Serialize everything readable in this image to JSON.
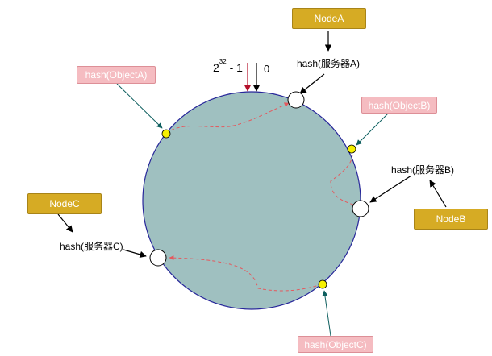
{
  "nodes": {
    "a": {
      "label": "NodeA",
      "hash": "hash(服务器A)"
    },
    "b": {
      "label": "NodeB",
      "hash": "hash(服务器B)"
    },
    "c": {
      "label": "NodeC",
      "hash": "hash(服务器C)"
    }
  },
  "objects": {
    "a": {
      "label": "hash(ObjectA)"
    },
    "b": {
      "label": "hash(ObjectB)"
    },
    "c": {
      "label": "hash(ObjectC)"
    }
  },
  "ring": {
    "max_base": "2",
    "max_exp": "32",
    "max_suffix": "- 1",
    "zero": "0"
  },
  "colors": {
    "ring_fill": "#9fc0c0",
    "ring_stroke": "#27269a",
    "node_box": "#d6ab24",
    "object_box": "#f5bcc1",
    "object_point": "#f6f000",
    "dashed_path": "#e4595e",
    "object_arrow": "#0e5f5f",
    "max_arrow": "#b4102a"
  }
}
